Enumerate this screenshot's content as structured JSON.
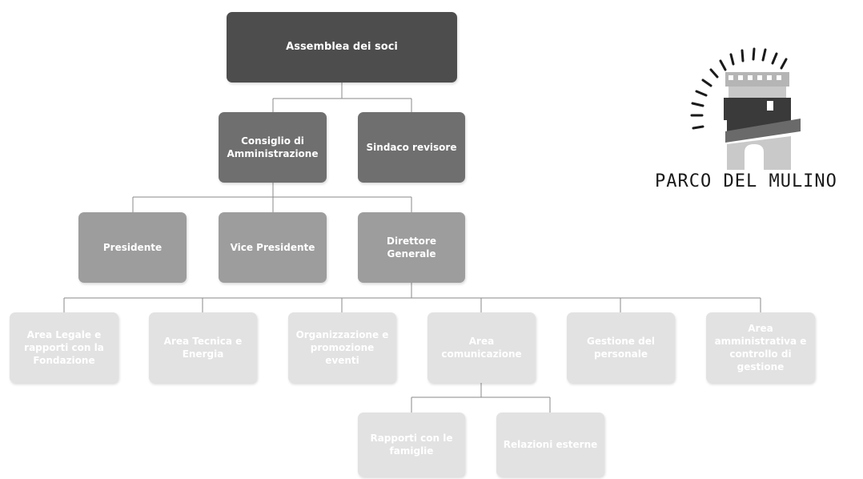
{
  "org_chart": {
    "assembly": "Assemblea dei soci",
    "board": "Consiglio di\nAmministrazione",
    "auditor": "Sindaco revisore",
    "president": "Presidente",
    "vice_president": "Vice Presidente",
    "general_director": "Direttore\nGenerale",
    "areas": [
      "Area Legale e\nrapporti con la\nFondazione",
      "Area Tecnica e\nEnergia",
      "Organizzazione e\npromozione\neventi",
      "Area\ncomunicazione",
      "Gestione del\npersonale",
      "Area\namministrativa e\ncontrollo di\ngestione"
    ],
    "communication_subareas": [
      "Rapporti con le\nfamiglie",
      "Relazioni esterne"
    ]
  },
  "logo": {
    "name": "PARCO DEL MULINO",
    "icon": "mill-tower-logo-icon"
  }
}
